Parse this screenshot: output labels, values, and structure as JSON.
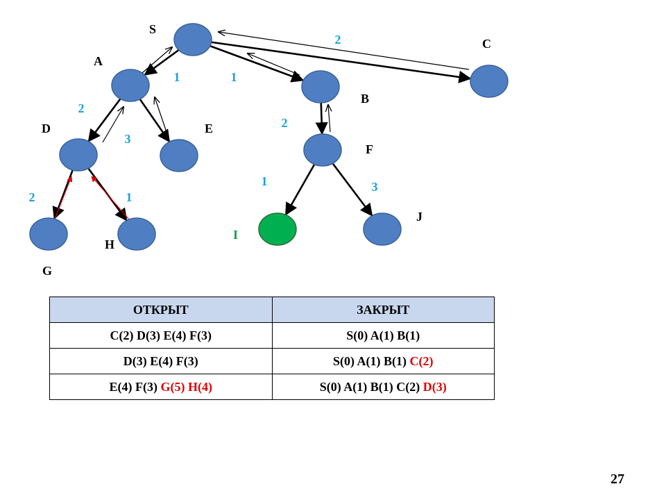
{
  "colors": {
    "node_fill": "#4f7fc2",
    "node_stroke": "#3a6299",
    "goal_fill": "#00b050",
    "weight_blue": "#1aa1d8",
    "weight_green": "#00a04c",
    "arrow_red": "#e00000",
    "header_fill": "#c9d7ee"
  },
  "nodes": [
    {
      "id": "S",
      "label": "S"
    },
    {
      "id": "A",
      "label": "A"
    },
    {
      "id": "B",
      "label": "B"
    },
    {
      "id": "C",
      "label": "C"
    },
    {
      "id": "D",
      "label": "D"
    },
    {
      "id": "E",
      "label": "E"
    },
    {
      "id": "F",
      "label": "F"
    },
    {
      "id": "G",
      "label": "G"
    },
    {
      "id": "H",
      "label": "H"
    },
    {
      "id": "I",
      "label": "I",
      "goal": true
    },
    {
      "id": "J",
      "label": "J"
    }
  ],
  "edges": [
    {
      "from": "S",
      "to": "A",
      "weight": "1"
    },
    {
      "from": "S",
      "to": "B",
      "weight": "1"
    },
    {
      "from": "S",
      "to": "C",
      "weight": "2"
    },
    {
      "from": "A",
      "to": "D",
      "weight": "2"
    },
    {
      "from": "A",
      "to": "E",
      "weight": "3"
    },
    {
      "from": "D",
      "to": "G",
      "weight": "2"
    },
    {
      "from": "D",
      "to": "H",
      "weight": "1"
    },
    {
      "from": "B",
      "to": "F",
      "weight": "2"
    },
    {
      "from": "F",
      "to": "I",
      "weight": "1"
    },
    {
      "from": "F",
      "to": "J",
      "weight": "3"
    }
  ],
  "table": {
    "headers": [
      "ОТКРЫТ",
      "ЗАКРЫТ"
    ],
    "rows": [
      [
        [
          {
            "text": "C(2) D(3) E(4) F(3)"
          }
        ],
        [
          {
            "text": "S(0)  A(1) B(1)"
          }
        ]
      ],
      [
        [
          {
            "text": "D(3) E(4) F(3)"
          }
        ],
        [
          {
            "text": "S(0)  A(1) B(1) "
          },
          {
            "text": "C(2)",
            "red": true
          }
        ]
      ],
      [
        [
          {
            "text": "E(4) F(3) "
          },
          {
            "text": "G(5) H(4)",
            "red": true
          }
        ],
        [
          {
            "text": "S(0)  A(1) B(1) C(2) "
          },
          {
            "text": "D(3)",
            "red": true
          }
        ]
      ]
    ]
  },
  "page_number": "27"
}
